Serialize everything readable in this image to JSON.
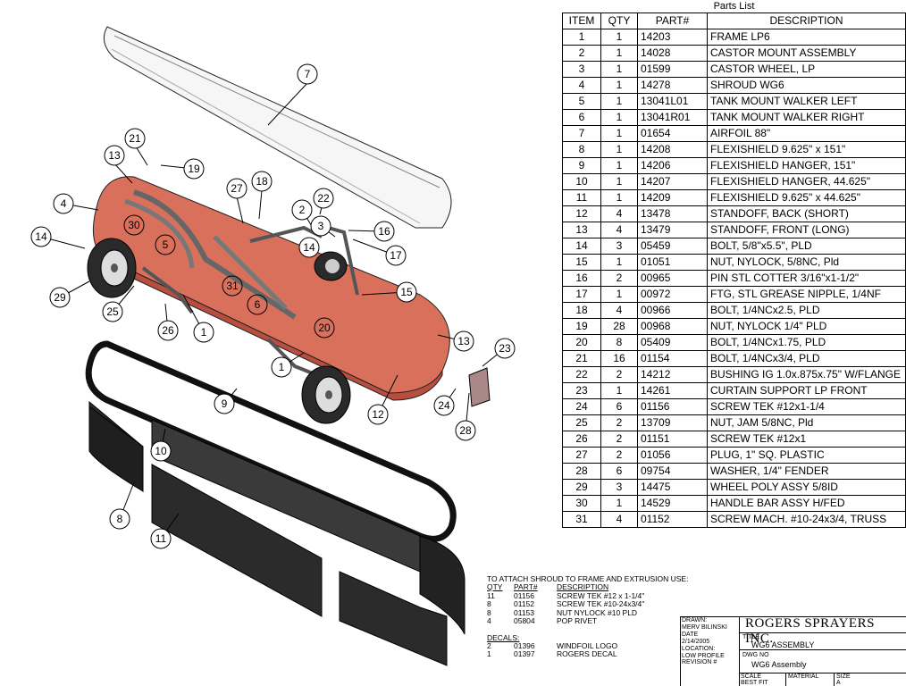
{
  "parts_list": {
    "title": "Parts List",
    "headers": [
      "ITEM",
      "QTY",
      "PART#",
      "DESCRIPTION"
    ],
    "rows": [
      [
        "1",
        "1",
        "14203",
        "FRAME LP6"
      ],
      [
        "2",
        "1",
        "14028",
        "CASTOR MOUNT ASSEMBLY"
      ],
      [
        "3",
        "1",
        "01599",
        "CASTOR WHEEL, LP"
      ],
      [
        "4",
        "1",
        "14278",
        "SHROUD WG6"
      ],
      [
        "5",
        "1",
        "13041L01",
        "TANK MOUNT WALKER LEFT"
      ],
      [
        "6",
        "1",
        "13041R01",
        "TANK MOUNT WALKER RIGHT"
      ],
      [
        "7",
        "1",
        "01654",
        "AIRFOIL 88\""
      ],
      [
        "8",
        "1",
        "14208",
        "FLEXISHIELD 9.625\" x 151\""
      ],
      [
        "9",
        "1",
        "14206",
        "FLEXISHIELD HANGER, 151\""
      ],
      [
        "10",
        "1",
        "14207",
        "FLEXISHIELD HANGER, 44.625\""
      ],
      [
        "11",
        "1",
        "14209",
        "FLEXISHIELD 9.625\" x 44.625\""
      ],
      [
        "12",
        "4",
        "13478",
        "STANDOFF, BACK (SHORT)"
      ],
      [
        "13",
        "4",
        "13479",
        "STANDOFF, FRONT (LONG)"
      ],
      [
        "14",
        "3",
        "05459",
        "BOLT, 5/8\"x5.5\", PLD"
      ],
      [
        "15",
        "1",
        "01051",
        "NUT, NYLOCK, 5/8NC, Pld"
      ],
      [
        "16",
        "2",
        "00965",
        "PIN STL COTTER 3/16\"x1-1/2\""
      ],
      [
        "17",
        "1",
        "00972",
        "FTG, STL GREASE NIPPLE, 1/4NF"
      ],
      [
        "18",
        "4",
        "00966",
        "BOLT, 1/4NCx2.5, PLD"
      ],
      [
        "19",
        "28",
        "00968",
        "NUT, NYLOCK 1/4\" PLD"
      ],
      [
        "20",
        "8",
        "05409",
        "BOLT, 1/4NCx1.75, PLD"
      ],
      [
        "21",
        "16",
        "01154",
        "BOLT, 1/4NCx3/4, PLD"
      ],
      [
        "22",
        "2",
        "14212",
        "BUSHING IG 1.0x.875x.75\" W/FLANGE"
      ],
      [
        "23",
        "1",
        "14261",
        "CURTAIN SUPPORT LP FRONT"
      ],
      [
        "24",
        "6",
        "01156",
        "SCREW TEK #12x1-1/4"
      ],
      [
        "25",
        "2",
        "13709",
        "NUT, JAM 5/8NC, Pld"
      ],
      [
        "26",
        "2",
        "01151",
        "SCREW TEK #12x1"
      ],
      [
        "27",
        "2",
        "01056",
        "PLUG, 1\" SQ. PLASTIC"
      ],
      [
        "28",
        "6",
        "09754",
        "WASHER, 1/4\" FENDER"
      ],
      [
        "29",
        "3",
        "14475",
        "WHEEL POLY ASSY 5/8ID"
      ],
      [
        "30",
        "1",
        "14529",
        "HANDLE BAR ASSY H/FED"
      ],
      [
        "31",
        "4",
        "01152",
        "SCREW MACH. #10-24x3/4, TRUSS"
      ]
    ]
  },
  "shroud_note": {
    "heading": "TO ATTACH SHROUD TO FRAME AND EXTRUSION USE:",
    "headers": [
      "QTY",
      "PART#",
      "DESCRIPTION"
    ],
    "rows": [
      [
        "11",
        "01156",
        "SCREW TEK #12 x 1-1/4\""
      ],
      [
        "8",
        "01152",
        "SCREW TEK #10-24x3/4\""
      ],
      [
        "8",
        "01153",
        "NUT NYLOCK #10 PLD"
      ],
      [
        "4",
        "05804",
        "POP RIVET"
      ]
    ],
    "decals_heading": "DECALS:",
    "decals": [
      [
        "2",
        "01396",
        "WINDFOIL LOGO"
      ],
      [
        "1",
        "01397",
        "ROGERS DECAL"
      ]
    ]
  },
  "title_block": {
    "drawn_label": "DRAWN:",
    "drawn_by": "MERV BILINSKI",
    "date_label": "DATE",
    "date": "2/14/2005",
    "location_label": "LOCATION:",
    "location": "LOW PROFILE",
    "revision_label": "REVISION #",
    "company": "ROGERS SPRAYERS INC.",
    "title_label": "TITLE",
    "title": "WG6 ASSEMBLY",
    "dwg_label": "DWG NO",
    "dwg_no": "WG6 Assembly",
    "scale_label": "SCALE",
    "scale": "BEST FIT",
    "material_label": "MATERIAL",
    "size_label": "SIZE",
    "size": "A"
  },
  "balloons": [
    "7",
    "21",
    "13",
    "19",
    "27",
    "18",
    "22",
    "4",
    "2",
    "3",
    "16",
    "30",
    "14",
    "17",
    "5",
    "14",
    "15",
    "29",
    "25",
    "31",
    "6",
    "20",
    "26",
    "1",
    "13",
    "23",
    "1",
    "9",
    "24",
    "12",
    "28",
    "10",
    "8",
    "11"
  ],
  "colors": {
    "shroud": "#d9705c",
    "shroud_dark": "#b84f3e",
    "wheel": "#2a2a2a"
  }
}
